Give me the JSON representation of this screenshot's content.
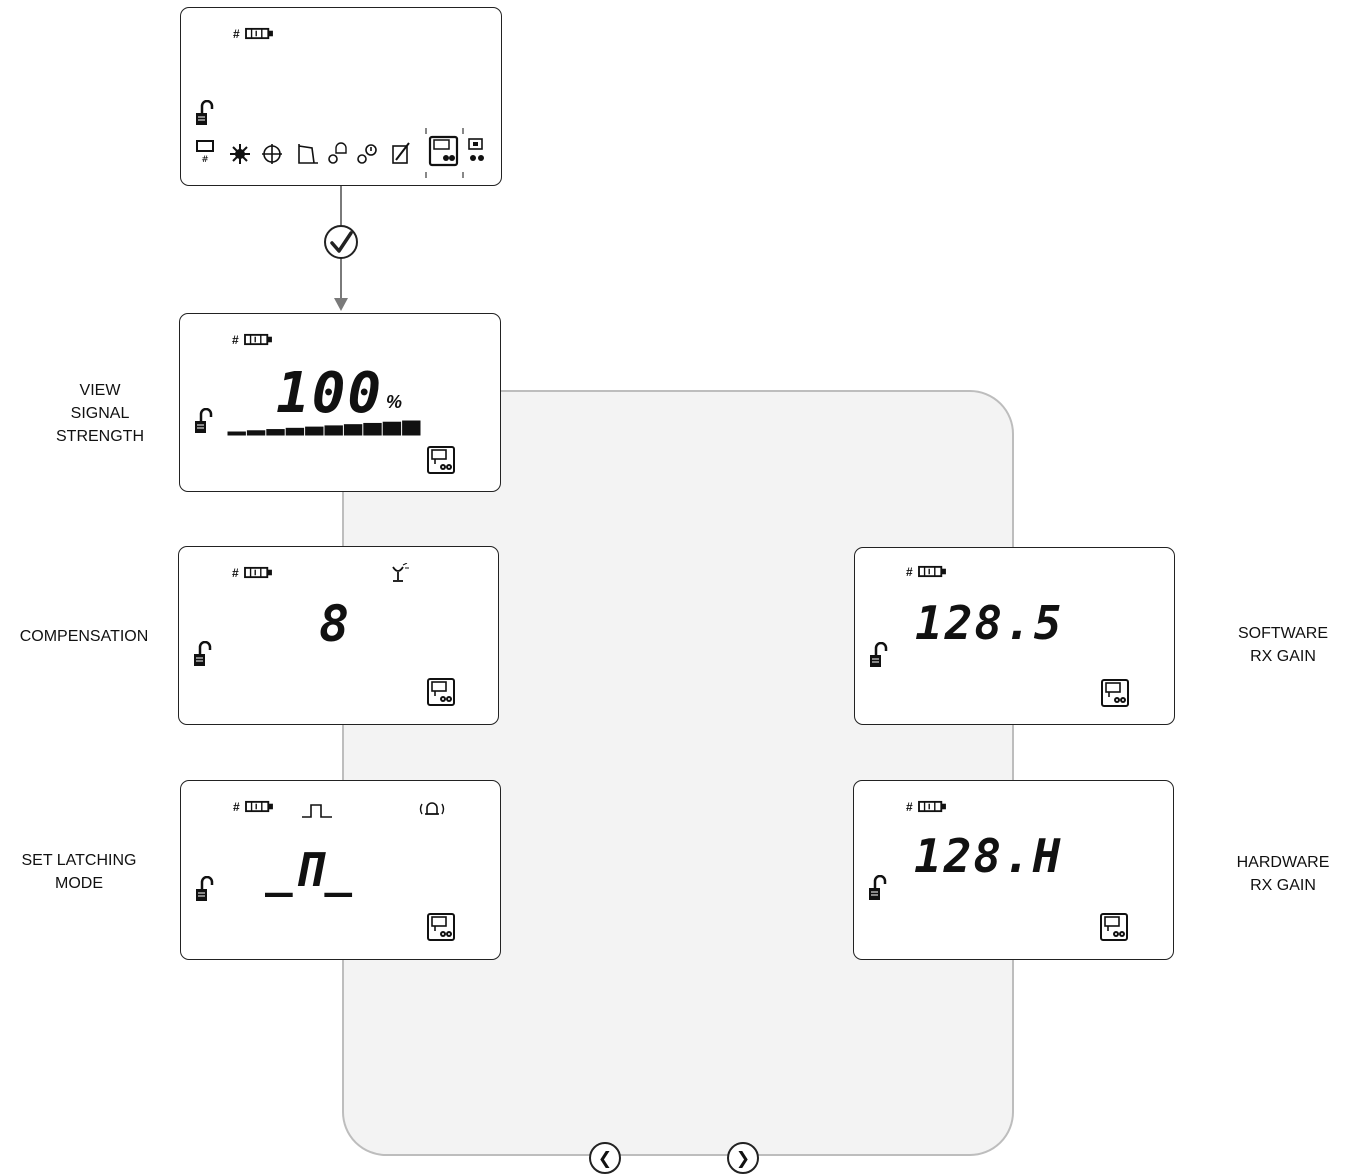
{
  "labels": {
    "view_signal_strength": "VIEW\nSIGNAL\nSTRENGTH",
    "compensation": "COMPENSATION",
    "set_latching_mode": "SET LATCHING\nMODE",
    "software_rx_gain": "SOFTWARE\nRX GAIN",
    "hardware_rx_gain": "HARDWARE\nRX GAIN"
  },
  "screens": {
    "top": {
      "product_prefix": "#"
    },
    "signal": {
      "product_prefix": "#",
      "value": "100",
      "unit": "%",
      "bar_segments": 10,
      "bar_filled": 10
    },
    "compensation": {
      "product_prefix": "#",
      "value": "8"
    },
    "latching": {
      "product_prefix": "#",
      "value": "_Π_"
    },
    "software_gain": {
      "product_prefix": "#",
      "value": "128.5"
    },
    "hardware_gain": {
      "product_prefix": "#",
      "value": "128.H"
    }
  },
  "icons": {
    "confirm": "checkmark-icon",
    "prev": "chevron-left-icon",
    "next": "chevron-right-icon",
    "lock": "unlocked-padlock-icon",
    "settings": "transmitter-settings-icon"
  },
  "nav": {
    "prev_symbol": "❮",
    "next_symbol": "❯"
  },
  "colors": {
    "loop_fill": "#f3f3f3",
    "loop_border": "#bdbdbd",
    "arrow": "#7a7a7a",
    "lcd_ink": "#111111"
  }
}
